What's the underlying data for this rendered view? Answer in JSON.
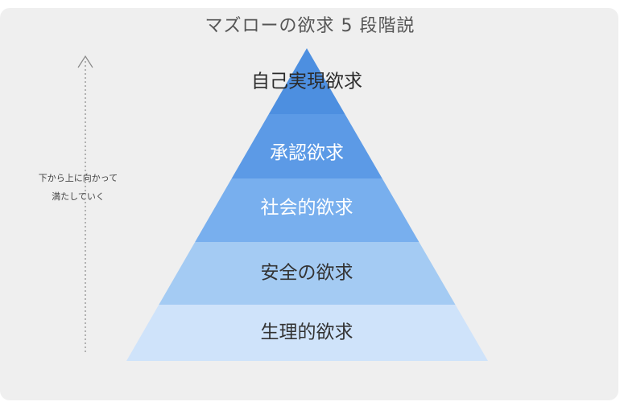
{
  "title": "マズローの欲求 5 段階説",
  "side_note": {
    "line1": "下から上に向かって",
    "line2": "満たしていく"
  },
  "levels": [
    {
      "label": "自己実現欲求",
      "fill": "#4d8fe0",
      "text_color": "#2b2b2b"
    },
    {
      "label": "承認欲求",
      "fill": "#5c9ae6",
      "text_color": "#ffffff"
    },
    {
      "label": "社会的欲求",
      "fill": "#78afee",
      "text_color": "#ffffff"
    },
    {
      "label": "安全の欲求",
      "fill": "#a4cbf3",
      "text_color": "#333333"
    },
    {
      "label": "生理的欲求",
      "fill": "#cfe3fa",
      "text_color": "#333333"
    }
  ],
  "colors": {
    "background": "#efefef",
    "arrow": "#888888"
  }
}
